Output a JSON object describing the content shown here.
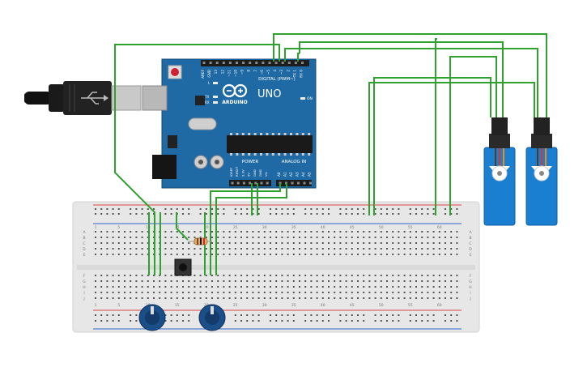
{
  "arduino": {
    "brand": "ARDUINO",
    "model": "UNO",
    "digital_label": "DIGITAL (PWM~)",
    "power_label": "POWER",
    "analog_label": "ANALOG IN",
    "on_label": "ON",
    "l_label": "L",
    "tx_label": "TX",
    "rx_label": "RX",
    "digital_pins": [
      "AREF",
      "GND",
      "13",
      "12",
      "~11",
      "~10",
      "~9",
      "8",
      "7",
      "~6",
      "~5",
      "4",
      "~3",
      "2",
      "TX 1",
      "RX 0"
    ],
    "power_pins": [
      "IOREF",
      "RESET",
      "3.3V",
      "5V",
      "GND",
      "GND",
      "Vin"
    ],
    "analog_pins": [
      "A0",
      "A1",
      "A2",
      "A3",
      "A4",
      "A5"
    ]
  },
  "breadboard": {
    "column_numbers": [
      "1",
      "5",
      "10",
      "15",
      "20",
      "25",
      "30",
      "35",
      "40",
      "45",
      "50",
      "55",
      "60"
    ],
    "row_letters_top": [
      "A",
      "B",
      "C",
      "D",
      "E"
    ],
    "row_letters_bottom": [
      "F",
      "G",
      "H",
      "I",
      "J"
    ]
  },
  "colors": {
    "wire": "#2fa12f",
    "board": "#1f6aa5",
    "breadboard": "#e9e9e9",
    "servo": "#1a7fd1",
    "pot": "#1b4f8a"
  },
  "components": {
    "usb_cable": "usb-cable",
    "resistor": "resistor",
    "pushbutton": "pushbutton",
    "potentiometers": 2,
    "servos": 2
  }
}
